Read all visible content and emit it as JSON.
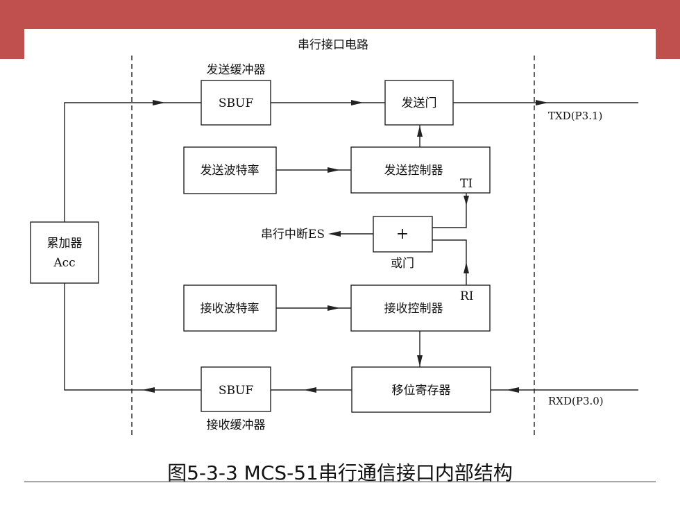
{
  "colors": {
    "banner": "#c0504d",
    "line": "#222222"
  },
  "diagram": {
    "region_title": "串行接口电路",
    "tx_buffer_title": "发送缓冲器",
    "rx_buffer_title": "接收缓冲器",
    "acc_line1": "累加器",
    "acc_line2": "Acc",
    "tx_sbuf": "SBUF",
    "rx_sbuf": "SBUF",
    "tx_gate": "发送门",
    "tx_baud": "发送波特率",
    "tx_ctrl": "发送控制器",
    "ti": "TI",
    "or_symbol": "+",
    "or_label": "或门",
    "serial_int": "串行中断ES",
    "rx_baud": "接收波特率",
    "rx_ctrl": "接收控制器",
    "ri": "RI",
    "shift_reg": "移位寄存器",
    "txd": "TXD(P3.1)",
    "rxd": "RXD(P3.0)"
  },
  "caption": "图5-3-3 MCS-51串行通信接口内部结构"
}
